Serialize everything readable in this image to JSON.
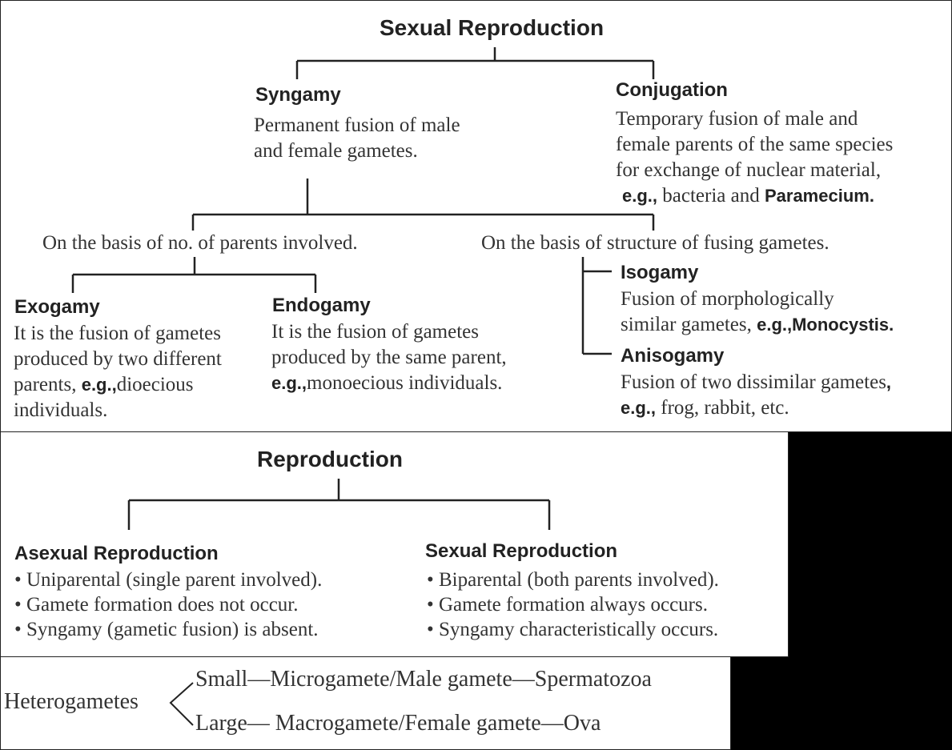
{
  "sexual_reproduction": {
    "title": "Sexual Reproduction",
    "syngamy": {
      "heading": "Syngamy",
      "line1": "Permanent fusion of male",
      "line2": "and female gametes."
    },
    "conjugation": {
      "heading": "Conjugation",
      "line1": "Temporary fusion of male and",
      "line2": "female parents of the same species",
      "line3": "for exchange of nuclear material,",
      "eg": "e.g.,",
      "ex_text": " bacteria and ",
      "ex_bold": "Paramecium."
    },
    "basis_parents": "On the basis of no. of parents involved.",
    "basis_structure": "On the basis of structure of fusing gametes.",
    "exogamy": {
      "heading": "Exogamy",
      "line1": "It is the fusion of gametes",
      "line2": "produced by two different",
      "line3_pre": "parents, ",
      "eg": "e.g.,",
      "line3_post": "dioecious",
      "line4": "individuals."
    },
    "endogamy": {
      "heading": "Endogamy",
      "line1": "It is the fusion of gametes",
      "line2": "produced by the same parent,",
      "eg": "e.g.,",
      "line3_post": "monoecious individuals."
    },
    "isogamy": {
      "heading": "Isogamy",
      "line1": "Fusion of morphologically",
      "line2_pre": "similar gametes, ",
      "eg": "e.g.,Monocystis."
    },
    "anisogamy": {
      "heading": "Anisogamy",
      "line1_pre": "Fusion of two dissimilar gametes",
      "comma": ",",
      "eg": "e.g.,",
      "line2_post": " frog, rabbit, etc."
    }
  },
  "reproduction": {
    "title": "Reproduction",
    "asexual": {
      "heading": "Asexual Reproduction",
      "points": [
        "• Uniparental (single parent involved).",
        "• Gamete formation does not occur.",
        "• Syngamy (gametic fusion) is absent."
      ]
    },
    "sexual": {
      "heading": "Sexual Reproduction",
      "points": [
        "• Biparental (both parents involved).",
        "• Gamete formation always occurs.",
        "• Syngamy characteristically occurs."
      ]
    }
  },
  "heterogametes": {
    "label": "Heterogametes",
    "small": "Small—Microgamete/Male gamete—Spermatozoa",
    "large": "Large— Macrogamete/Female gamete—Ova"
  }
}
